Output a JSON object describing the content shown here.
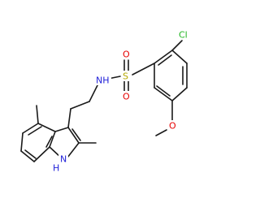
{
  "molecule": {
    "atoms": {
      "cl": "Cl",
      "s": "S",
      "o_top": "O",
      "o_bottom": "O",
      "nh_sulfonamide": "NH",
      "o_methoxy": "O",
      "nh_indole": "N",
      "h_indole": "H"
    },
    "colors": {
      "bond": "#1a1a1a",
      "chlorine": "#1fb51f",
      "sulfur": "#b5a800",
      "oxygen": "#e60000",
      "nitrogen": "#1d1dd8"
    }
  }
}
